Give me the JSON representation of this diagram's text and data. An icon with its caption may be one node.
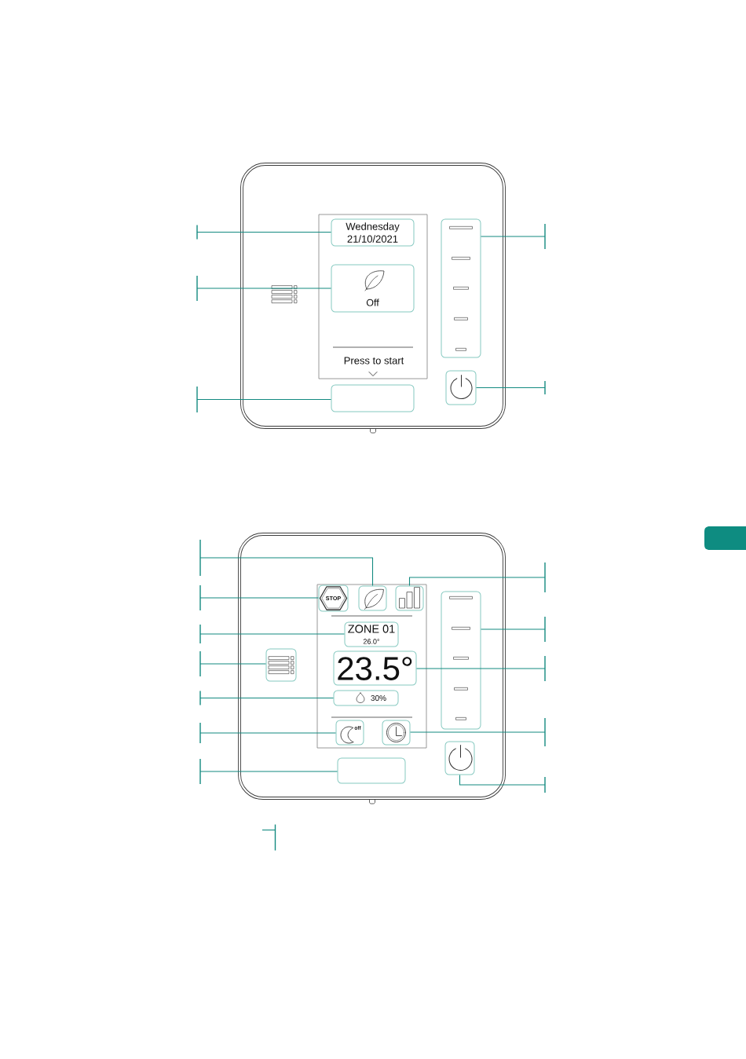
{
  "diagram": {
    "nodes": [
      {
        "text": [],
        "shape": "box"
      },
      {
        "text": [
          "Press to start"
        ],
        "in": 0
      },
      {
        "text": [
          "Wednesday 21/10/2021"
        ],
        "in": 1
      },
      {
        "text": [
          "Off"
        ],
        "in": 1
      },
      {
        "text": [],
        "shape": "box",
        "in": 0
      },
      {
        "text": [],
        "shape": "box",
        "in": 0
      },
      {
        "text": [],
        "shape": "box",
        "in": 0
      },
      {
        "text": [],
        "shape": "bar"
      },
      {
        "text": [],
        "shape": "bar"
      },
      {
        "text": [],
        "shape": "bar"
      },
      {
        "text": [],
        "shape": "bar"
      },
      {
        "text": [],
        "shape": "bar"
      },
      {
        "text": [],
        "shape": "box"
      },
      {
        "text": [],
        "shape": "box",
        "in": 12
      },
      {
        "text": [
          "STOP"
        ],
        "in": 13
      },
      {
        "text": [],
        "shape": "box",
        "in": 13
      },
      {
        "text": [],
        "shape": "box",
        "in": 13
      },
      {
        "text": [
          "ZONE 01",
          "26.0°"
        ],
        "in": 13
      },
      {
        "text": [
          "23.5°"
        ],
        "in": 13
      },
      {
        "text": [
          "30%"
        ],
        "in": 13
      },
      {
        "text": [
          "off"
        ],
        "in": 13
      },
      {
        "text": [],
        "shape": "box",
        "in": 13
      },
      {
        "text": [],
        "shape": "box",
        "in": 12
      },
      {
        "text": [],
        "shape": "box",
        "in": 12
      },
      {
        "text": [],
        "shape": "box",
        "in": 12
      },
      {
        "text": [],
        "shape": "box",
        "in": 12
      },
      {
        "text": [],
        "shape": "bar"
      },
      {
        "text": [],
        "shape": "bar"
      },
      {
        "text": [],
        "shape": "bar"
      },
      {
        "text": [],
        "shape": "bar"
      },
      {
        "text": [],
        "shape": "bar"
      },
      {
        "text": [],
        "shape": "bar"
      },
      {
        "text": [],
        "shape": "bar"
      },
      {
        "text": [],
        "shape": "bar"
      },
      {
        "text": [],
        "shape": "bar"
      },
      {
        "text": [],
        "shape": "bar"
      },
      {
        "text": [],
        "shape": "bar"
      },
      {
        "text": [],
        "shape": "bar"
      },
      {
        "text": [],
        "shape": "bar"
      }
    ],
    "edges": [
      {
        "from": 7,
        "to": 2,
        "arrow": "none"
      },
      {
        "from": 8,
        "to": 3,
        "arrow": "none"
      },
      {
        "from": 9,
        "to": 4,
        "arrow": "none"
      },
      {
        "from": 10,
        "to": 5,
        "arrow": "none"
      },
      {
        "from": 11,
        "to": 6,
        "arrow": "none"
      },
      {
        "from": 26,
        "to": 15,
        "arrow": "none"
      },
      {
        "from": 27,
        "to": 14,
        "arrow": "none"
      },
      {
        "from": 28,
        "to": 17,
        "arrow": "none"
      },
      {
        "from": 29,
        "to": 22,
        "arrow": "none"
      },
      {
        "from": 30,
        "to": 19,
        "arrow": "none"
      },
      {
        "from": 31,
        "to": 20,
        "arrow": "none"
      },
      {
        "from": 32,
        "to": 23,
        "arrow": "none"
      },
      {
        "from": 33,
        "to": 16,
        "arrow": "none"
      },
      {
        "from": 34,
        "to": 24,
        "arrow": "none"
      },
      {
        "from": 35,
        "to": 18,
        "arrow": "none"
      },
      {
        "from": 36,
        "to": 21,
        "arrow": "none"
      },
      {
        "from": 37,
        "to": 25,
        "arrow": "none"
      },
      {
        "from": 38,
        "to": null,
        "arrow": "none"
      }
    ]
  }
}
